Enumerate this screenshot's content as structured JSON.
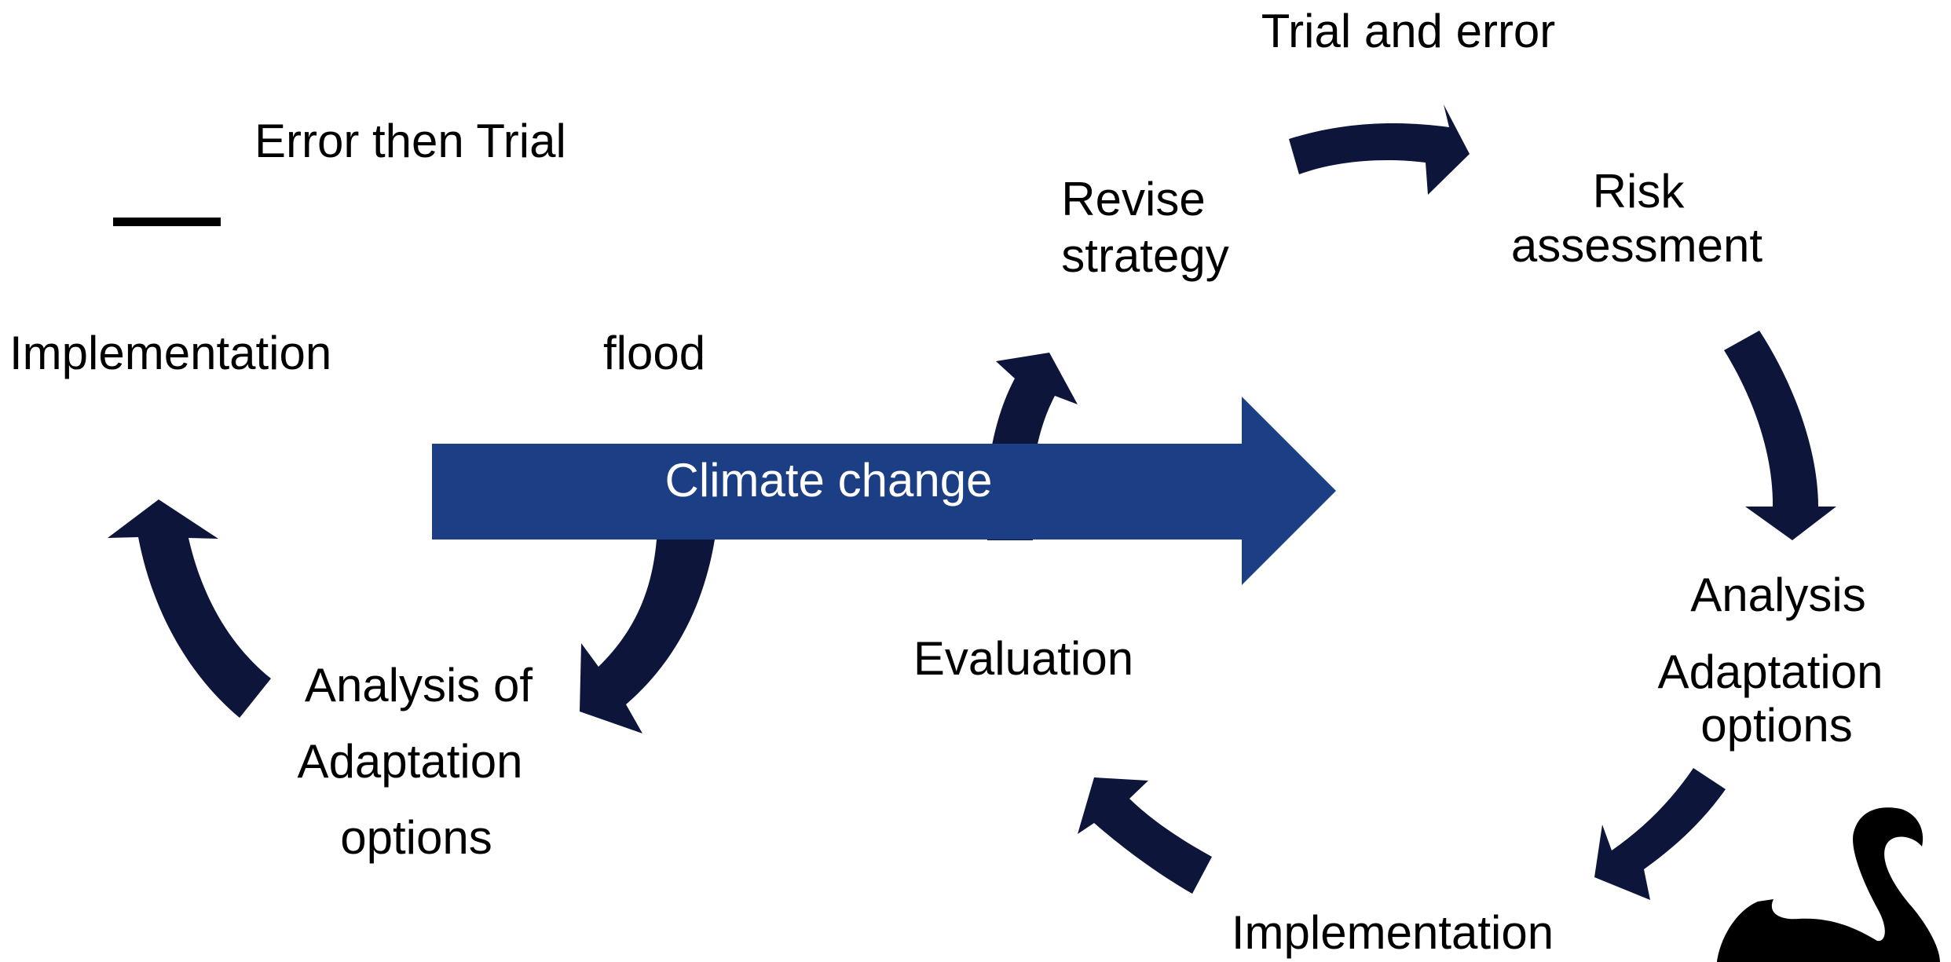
{
  "colors": {
    "arrow_dark": "#0d163a",
    "banner_blue": "#1b3e85",
    "text": "#000000",
    "banner_text": "#ffffff",
    "swan": "#000000"
  },
  "left_cycle": {
    "title": "Error then Trial",
    "nodes": {
      "implementation": "Implementation",
      "flood": "flood",
      "analysis_line1": "Analysis of",
      "analysis_line2": "Adaptation",
      "analysis_line3": "options"
    }
  },
  "banner": {
    "label": "Climate change"
  },
  "right_cycle": {
    "title": "Trial and error",
    "nodes": {
      "revise_line1": "Revise",
      "revise_line2": "strategy",
      "risk_line1": "Risk",
      "risk_line2": "assessment",
      "analysis": "Analysis",
      "adaptation_line1": "Adaptation",
      "adaptation_line2": "options",
      "implementation": "Implementation",
      "evaluation": "Evaluation"
    }
  },
  "icons": {
    "swan": "black-swan-icon"
  }
}
